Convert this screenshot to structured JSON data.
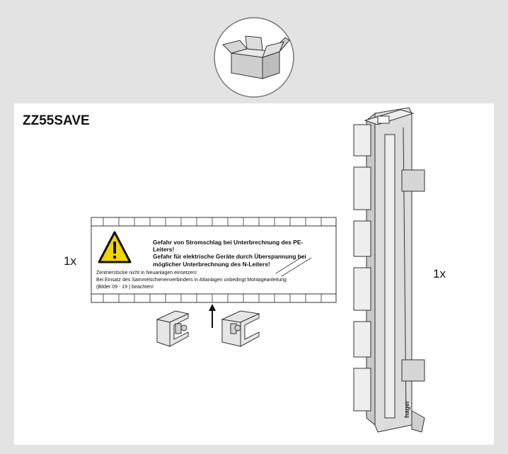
{
  "product_code": "ZZ55SAVE",
  "quantity_label": "1x",
  "warning_label": {
    "line1": "Gefahr von Stromschlag bei Unterbrechnung des PE-",
    "line2": "Leiters!",
    "line3": "Gefahr für elektrische Geräte durch Überspannung bei",
    "line4": "möglicher Unterbrechnung des N-Leiters!",
    "note1": "Zentrierstücke nicht in Neuanlagen einsetzen!",
    "note2": "Bei Einsatz des Sammelschienenverbinders in Altanlagen unbedingt Montageanleitung",
    "note3": "(Bilder 09 - 19 ) beachten!"
  },
  "rail_brand": "hager",
  "icons": {
    "package": "open-box-icon",
    "warning": "warning-triangle-icon",
    "arrow": "arrow-up-icon"
  },
  "colors": {
    "background": "#e3e3e3",
    "panel": "#ffffff",
    "line": "#333333",
    "rail_fill": "#d9d9d9",
    "warning_yellow": "#f2d400"
  }
}
